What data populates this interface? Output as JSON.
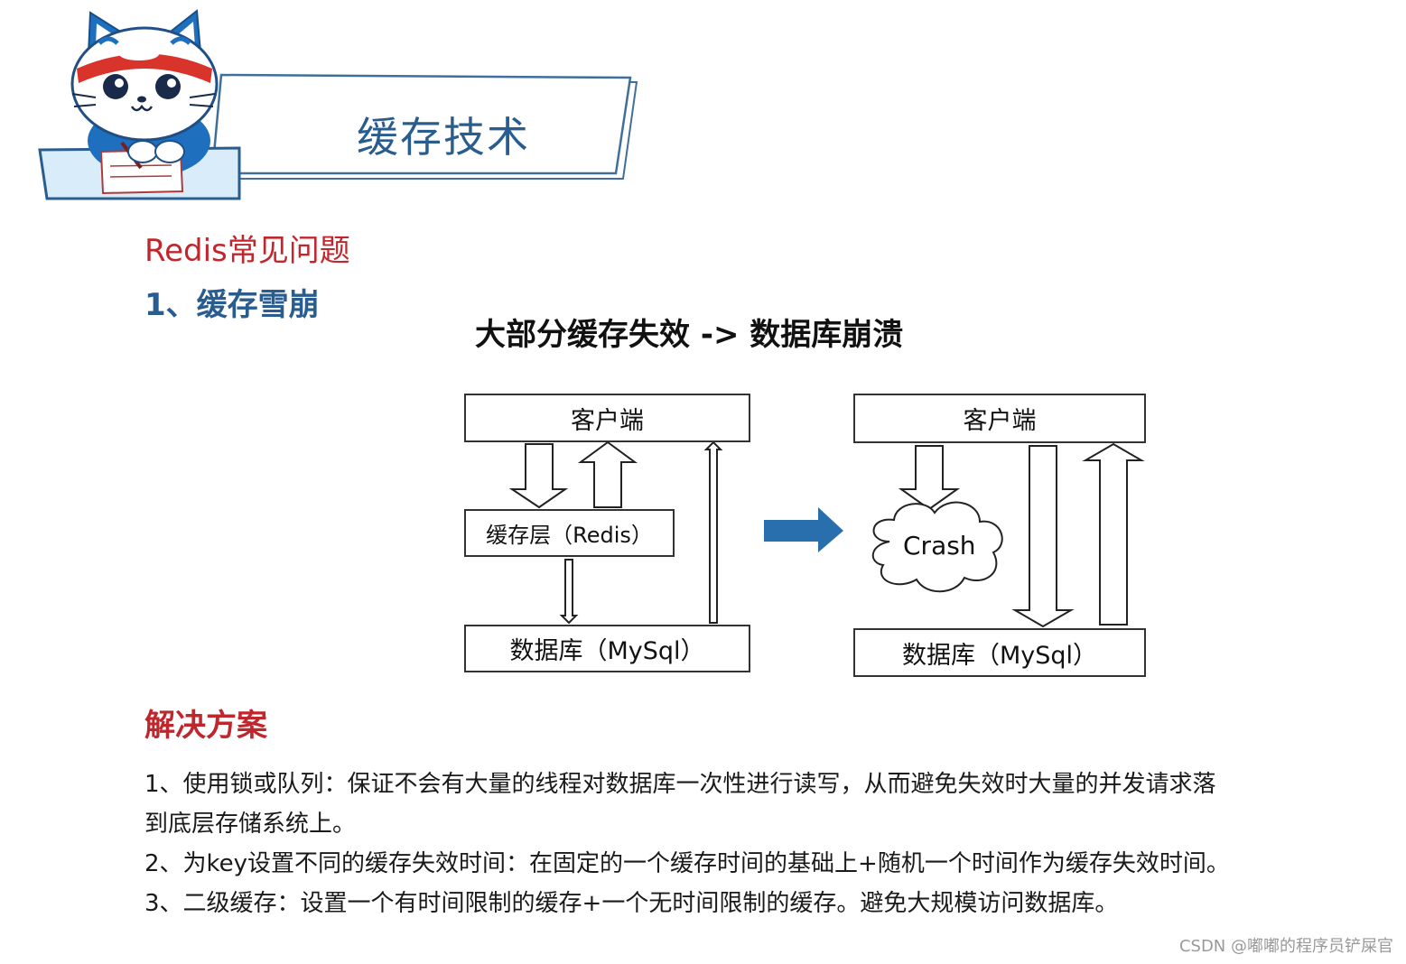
{
  "header": {
    "title": "缓存技术"
  },
  "section": {
    "topic": "Redis常见问题",
    "item": "1、缓存雪崩"
  },
  "diagram": {
    "title": "大部分缓存失效 -> 数据库崩溃",
    "left": {
      "client": "客户端",
      "cache": "缓存层（Redis）",
      "database": "数据库（MySql）"
    },
    "right": {
      "client": "客户端",
      "crash": "Crash",
      "database": "数据库（MySql）"
    }
  },
  "solutions": {
    "title": "解决方案",
    "lines": [
      "1、使用锁或队列：保证不会有大量的线程对数据库一次性进行读写，从而避免失效时大量的并发请求落",
      "到底层存储系统上。",
      "2、为key设置不同的缓存失效时间：在固定的一个缓存时间的基础上+随机一个时间作为缓存失效时间。",
      "3、二级缓存：设置一个有时间限制的缓存+一个无时间限制的缓存。避免大规模访问数据库。"
    ]
  },
  "watermark": "CSDN @嘟嘟的程序员铲屎官"
}
